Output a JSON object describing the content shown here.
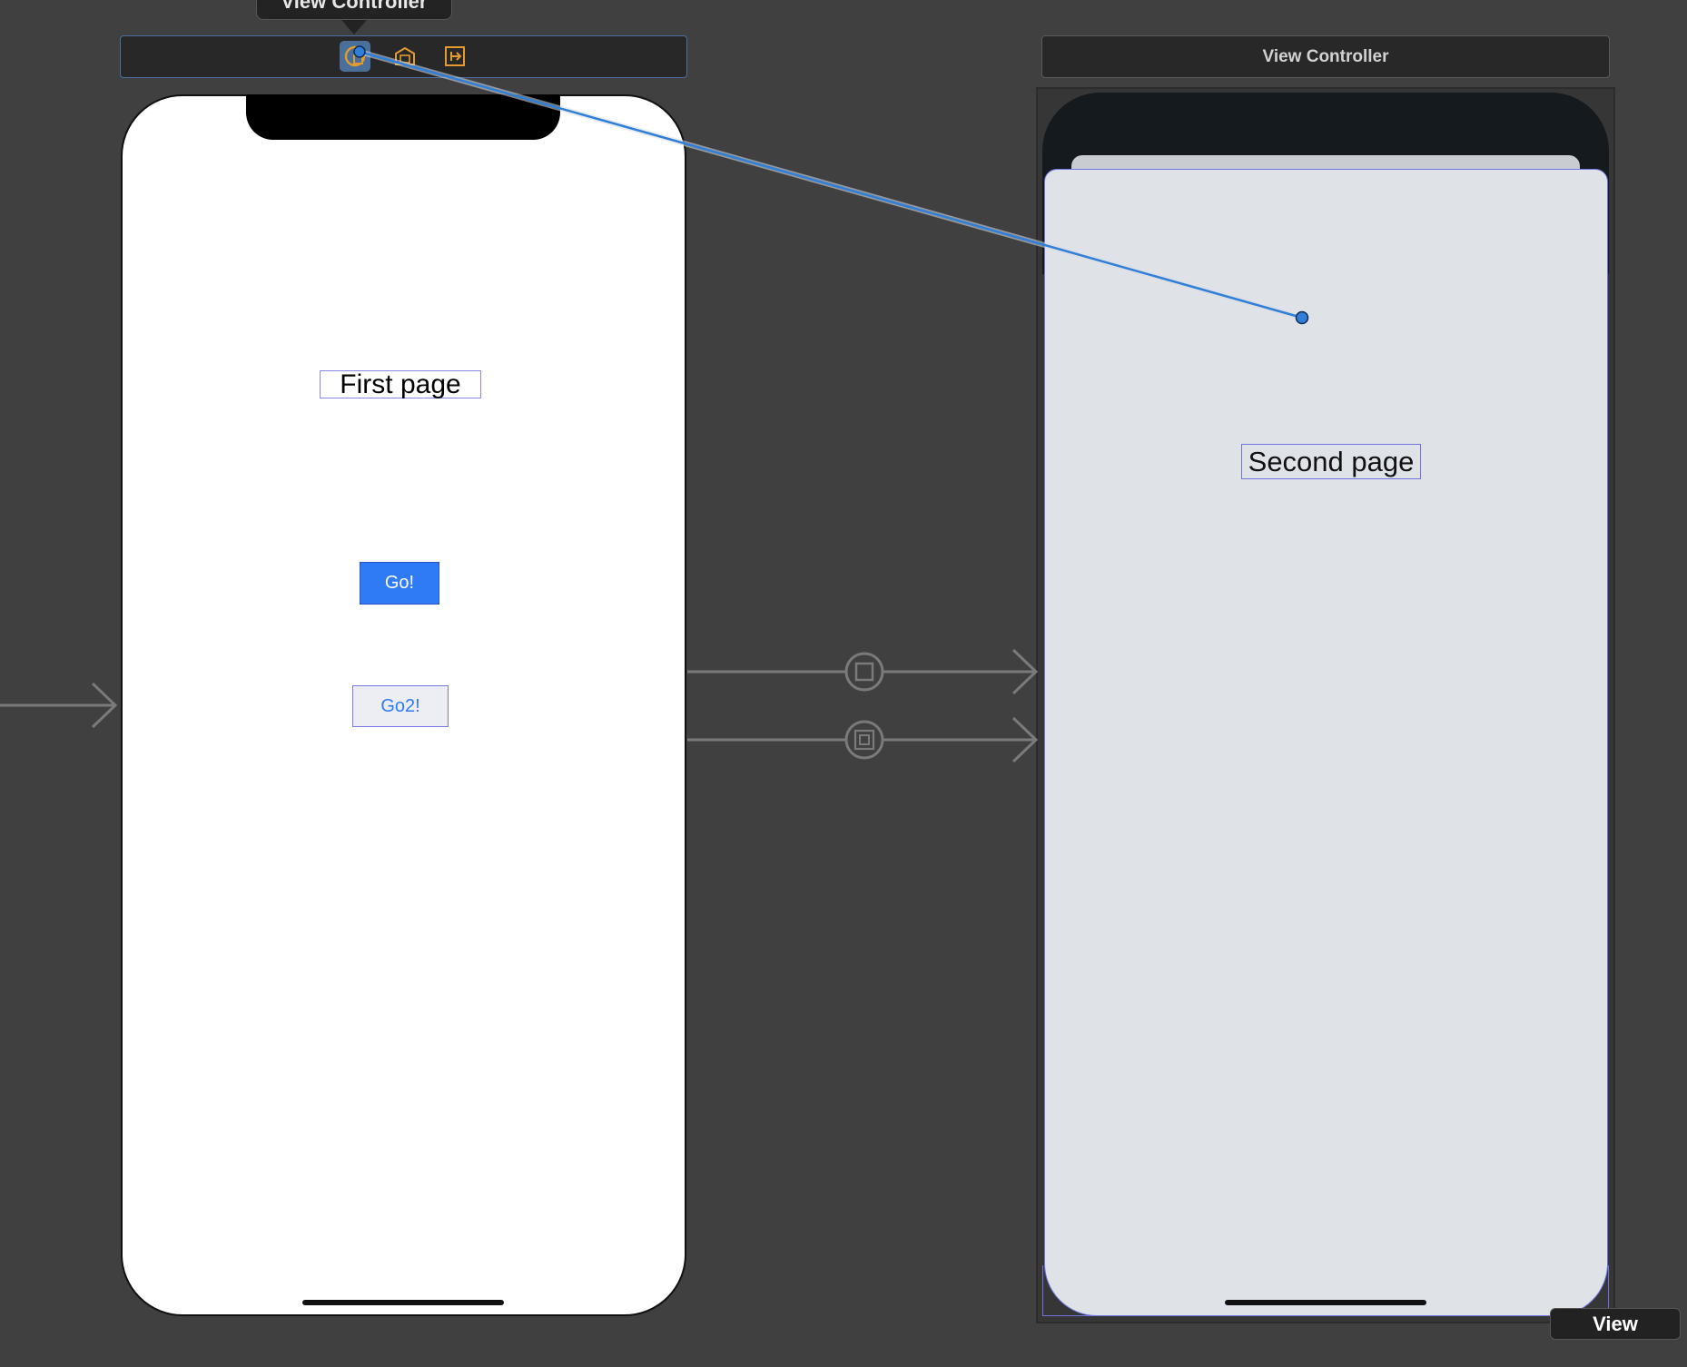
{
  "tooltip": {
    "text": "View Controller"
  },
  "scene_left": {
    "dock_icons": [
      "view-controller-icon",
      "first-responder-icon",
      "exit-icon"
    ],
    "label": "First page",
    "buttons": [
      {
        "label": "Go!",
        "style": "filled",
        "color": "#2f7bf6"
      },
      {
        "label": "Go2!",
        "style": "plain",
        "color": "#2f7bf6"
      }
    ]
  },
  "scene_right": {
    "title": "View Controller",
    "label": "Second page",
    "selection_badge": "View"
  },
  "segues": [
    {
      "kind": "show",
      "icon": "show-segue-icon"
    },
    {
      "kind": "present-modally",
      "icon": "present-modally-segue-icon"
    }
  ],
  "colors": {
    "canvas": "#404040",
    "selection": "#6f74e0",
    "connection_line": "#2f7fd8",
    "accent": "#2f7bf6"
  }
}
